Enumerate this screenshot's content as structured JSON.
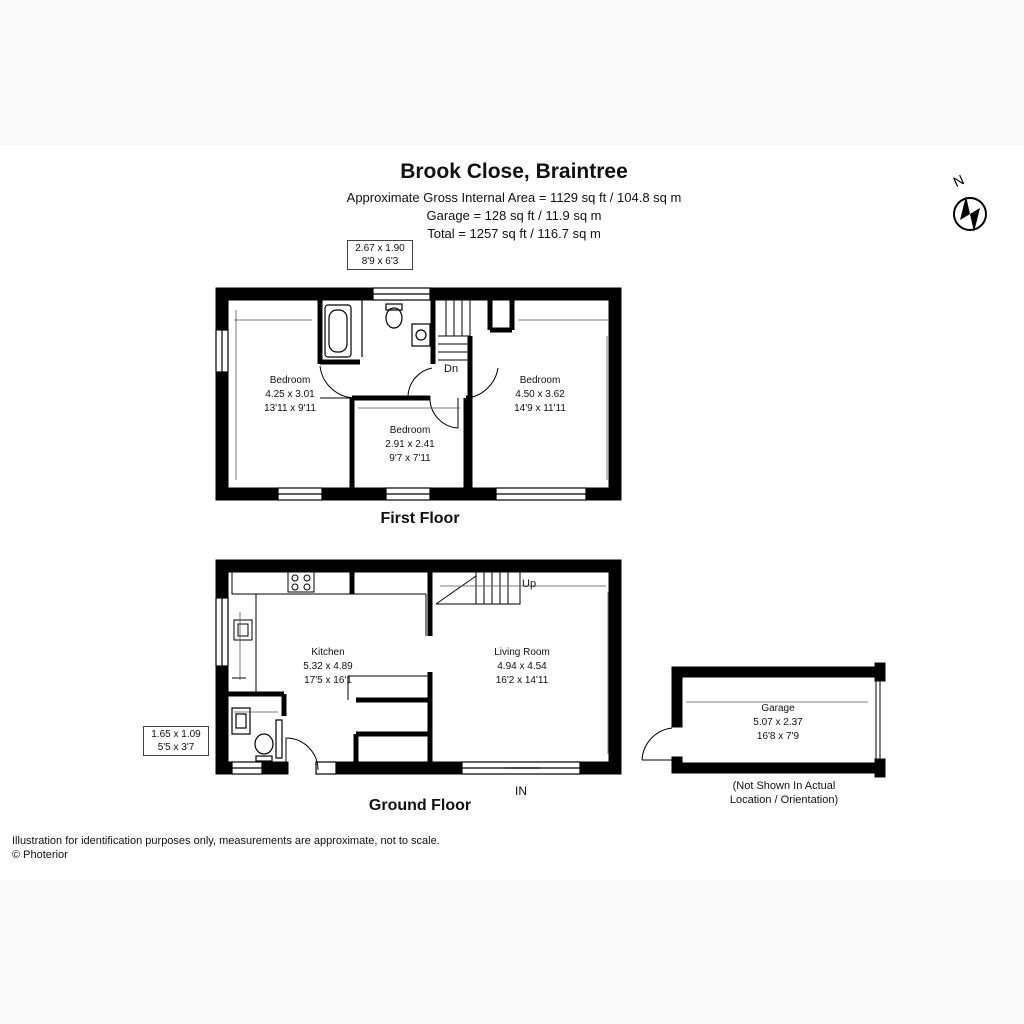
{
  "title": "Brook Close, Braintree",
  "areas": {
    "gross_internal": "Approximate Gross Internal Area = 1129 sq ft / 104.8 sq m",
    "garage": "Garage = 128 sq ft / 11.9 sq m",
    "total": "Total = 1257 sq ft / 116.7 sq m"
  },
  "compass": {
    "label": "N"
  },
  "first_floor": {
    "label": "First Floor",
    "bathroom_dims": {
      "metric": "2.67 x 1.90",
      "imperial": "8'9 x 6'3"
    },
    "stairs_label": "Dn",
    "bedroom_left": {
      "name": "Bedroom",
      "metric": "4.25 x 3.01",
      "imperial": "13'11 x 9'11"
    },
    "bedroom_middle": {
      "name": "Bedroom",
      "metric": "2.91 x 2.41",
      "imperial": "9'7 x 7'11"
    },
    "bedroom_right": {
      "name": "Bedroom",
      "metric": "4.50 x 3.62",
      "imperial": "14'9 x 11'11"
    }
  },
  "ground_floor": {
    "label": "Ground Floor",
    "stairs_label": "Up",
    "entrance_label": "IN",
    "wc_dims": {
      "metric": "1.65 x 1.09",
      "imperial": "5'5 x 3'7"
    },
    "kitchen": {
      "name": "Kitchen",
      "metric": "5.32 x 4.89",
      "imperial": "17'5 x 16'1"
    },
    "living_room": {
      "name": "Living Room",
      "metric": "4.94 x 4.54",
      "imperial": "16'2 x 14'11"
    }
  },
  "garage": {
    "name": "Garage",
    "metric": "5.07 x 2.37",
    "imperial": "16'8 x 7'9",
    "note_line1": "(Not Shown In Actual",
    "note_line2": "Location / Orientation)"
  },
  "disclaimer": "Illustration for identification purposes only, measurements are approximate, not to scale.",
  "copyright": "© Photerior"
}
